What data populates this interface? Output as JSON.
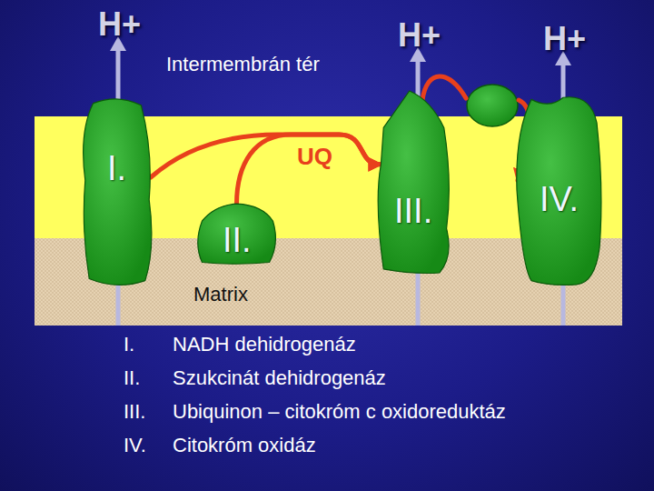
{
  "diagram": {
    "nodes": [
      {
        "text": [
          "I."
        ]
      },
      {
        "text": [
          "II."
        ]
      },
      {
        "text": [
          "III."
        ]
      },
      {
        "text": [
          "IV."
        ]
      }
    ],
    "edges": [
      {
        "from": 0,
        "to": 2,
        "arrow": "to",
        "label": "UQ"
      },
      {
        "from": 1,
        "to": 2,
        "arrow": "to"
      },
      {
        "from": 2,
        "to": 3,
        "arrow": "to"
      }
    ],
    "labels": [
      "H+",
      "Intermembrán tér",
      "H+",
      "H+",
      "Matrix",
      "I.",
      "NADH dehidrogenáz",
      "II.",
      "Szukcinát dehidrogenáz",
      "III.",
      "Ubiquinon – citokróm c oxidoreduktáz",
      "IV.",
      "Citokróm oxidáz"
    ]
  }
}
